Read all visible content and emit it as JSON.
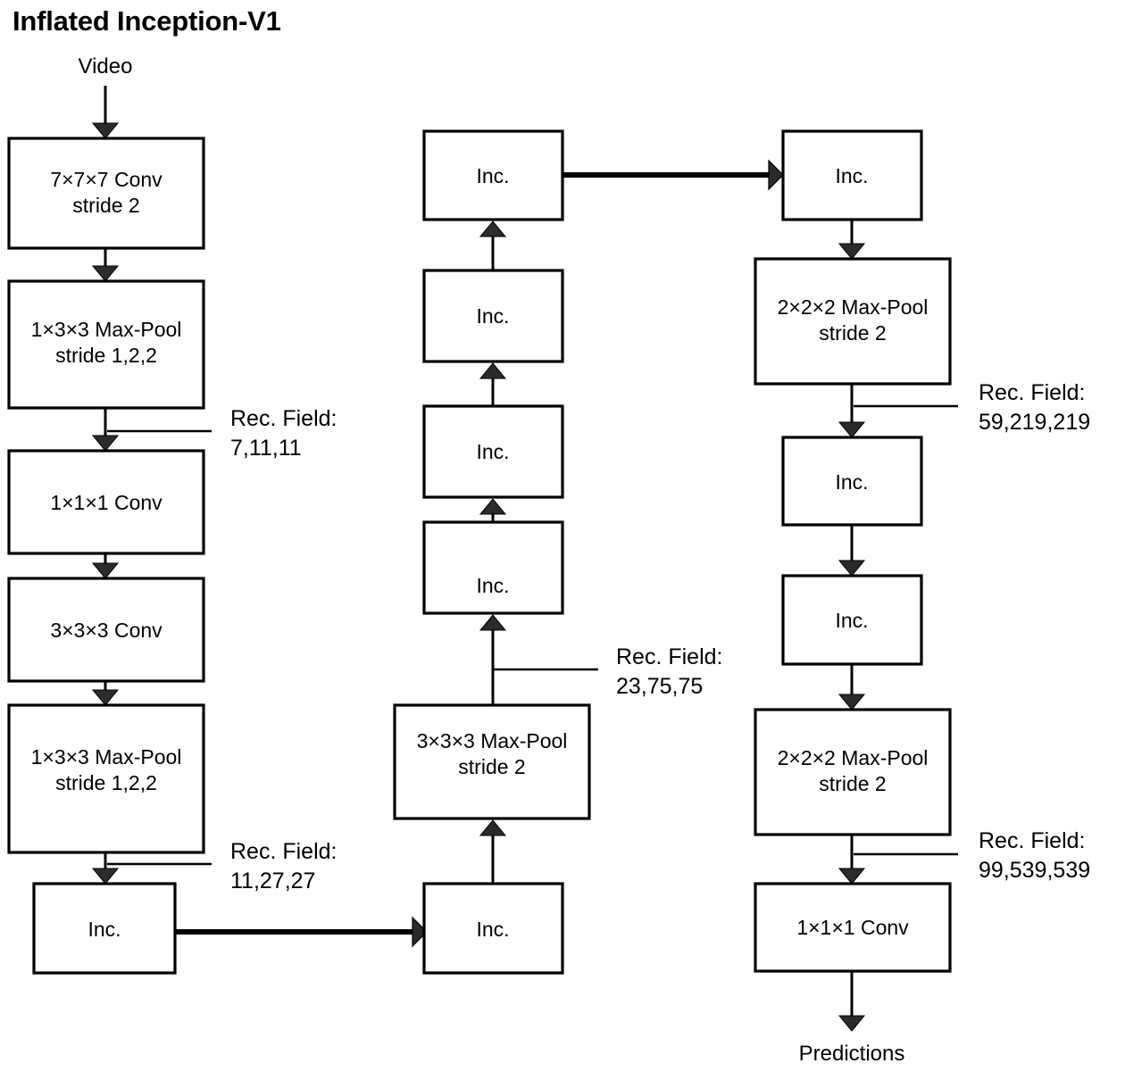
{
  "title": "Inflated Inception-V1",
  "io": {
    "input_label": "Video",
    "output_label": "Predictions"
  },
  "columns": {
    "left": {
      "nodes": [
        {
          "id": "conv7",
          "lines": [
            "7×7×7 Conv",
            "stride 2"
          ]
        },
        {
          "id": "maxpool133a",
          "lines": [
            "1×3×3 Max-Pool",
            "stride 1,2,2"
          ]
        },
        {
          "id": "conv1",
          "lines": [
            "1×1×1 Conv"
          ]
        },
        {
          "id": "conv3",
          "lines": [
            "3×3×3 Conv"
          ]
        },
        {
          "id": "maxpool133b",
          "lines": [
            "1×3×3 Max-Pool",
            "stride 1,2,2"
          ]
        },
        {
          "id": "inc_l1",
          "lines": [
            "Inc."
          ]
        }
      ]
    },
    "middle": {
      "nodes": [
        {
          "id": "inc_m4",
          "lines": [
            "Inc."
          ]
        },
        {
          "id": "inc_m3",
          "lines": [
            "Inc."
          ]
        },
        {
          "id": "inc_m2",
          "lines": [
            "Inc."
          ]
        },
        {
          "id": "inc_m1",
          "lines": [
            "Inc."
          ]
        },
        {
          "id": "maxpool333",
          "lines": [
            "3×3×3 Max-Pool",
            "stride 2"
          ]
        },
        {
          "id": "inc_m0",
          "lines": [
            "Inc."
          ]
        }
      ]
    },
    "right": {
      "nodes": [
        {
          "id": "inc_r1",
          "lines": [
            "Inc."
          ]
        },
        {
          "id": "maxpool222a",
          "lines": [
            "2×2×2 Max-Pool",
            "stride 2"
          ]
        },
        {
          "id": "inc_r2",
          "lines": [
            "Inc."
          ]
        },
        {
          "id": "inc_r3",
          "lines": [
            "Inc."
          ]
        },
        {
          "id": "maxpool222b",
          "lines": [
            "2×2×2 Max-Pool",
            "stride 2"
          ]
        },
        {
          "id": "conv1_out",
          "lines": [
            "1×1×1 Conv"
          ]
        }
      ]
    }
  },
  "receptive_fields": [
    {
      "id": "rf1",
      "heading": "Rec. Field:",
      "value": "7,11,11"
    },
    {
      "id": "rf2",
      "heading": "Rec. Field:",
      "value": "11,27,27"
    },
    {
      "id": "rf3",
      "heading": "Rec. Field:",
      "value": "23,75,75"
    },
    {
      "id": "rf4",
      "heading": "Rec. Field:",
      "value": "59,219,219"
    },
    {
      "id": "rf5",
      "heading": "Rec. Field:",
      "value": "99,539,539"
    }
  ],
  "colors": {
    "stroke": "#000000",
    "fill": "#ffffff",
    "arrowhead": "#2b2b2b",
    "background": "#ffffff"
  }
}
